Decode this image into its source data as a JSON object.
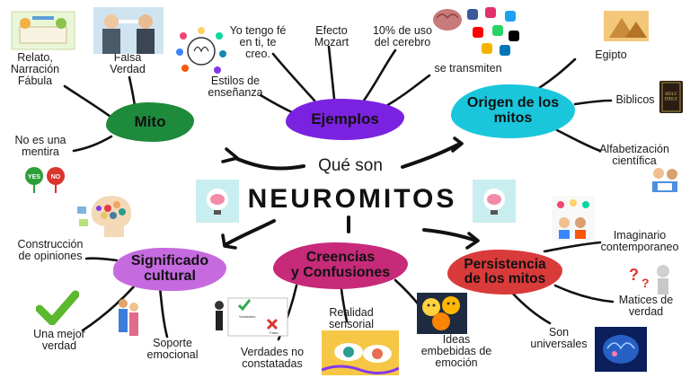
{
  "center": {
    "subtitle": "Qué son",
    "title": "NEUROMITOS"
  },
  "mito": {
    "label": "Mito",
    "items": {
      "relato": "Relato,\nNarración\nFábula",
      "falsa_verdad": "Falsa\nVerdad",
      "no_es_mentira": "No es una\nmentira"
    },
    "badges": {
      "yes": "YES",
      "no": "NO"
    }
  },
  "ejemplos": {
    "label": "Ejemplos",
    "items": {
      "fe": "Yo tengo fé\nen ti, te\ncreo.",
      "mozart": "Efecto\nMozart",
      "cerebro": "10% de uso\ndel cerebro",
      "estilos": "Estilos de\nenseñanza",
      "transmiten": "se transmiten"
    }
  },
  "origen": {
    "label": "Origen de los\nmitos",
    "items": {
      "egipto": "Egipto",
      "biblicos": "Biblicos",
      "alfabetizacion": "Alfabetización\ncientífica"
    },
    "book_text": "HOLY\nBIBLE"
  },
  "significado": {
    "label": "Significado\ncultural",
    "items": {
      "construccion": "Construcción\nde opiniones",
      "mejor_verdad": "Una mejor\nverdad",
      "soporte": "Soporte\nemocional"
    }
  },
  "creencias": {
    "label": "Creencias\ny Confusiones",
    "items": {
      "verdades": "Verdades no\nconstatadas",
      "realidad": "Realidad\nsensorial",
      "ideas": "Ideas\nembebidas de\nemoción"
    },
    "vf": {
      "true_label": "Verdadero",
      "false_label": "Falso"
    }
  },
  "persistencia": {
    "label": "Persistencia\nde los mitos",
    "items": {
      "imaginario": "Imaginario\ncontemporaneo",
      "matices": "Matices de\nverdad",
      "universales": "Son\nuniversales"
    }
  },
  "colors": {
    "mito": "#1e8a3c",
    "ejemplos": "#7b22e0",
    "origen": "#19c6dc",
    "significado": "#c66ae0",
    "creencias": "#c62a78",
    "persistencia": "#d93a3a",
    "ink": "#111111"
  }
}
